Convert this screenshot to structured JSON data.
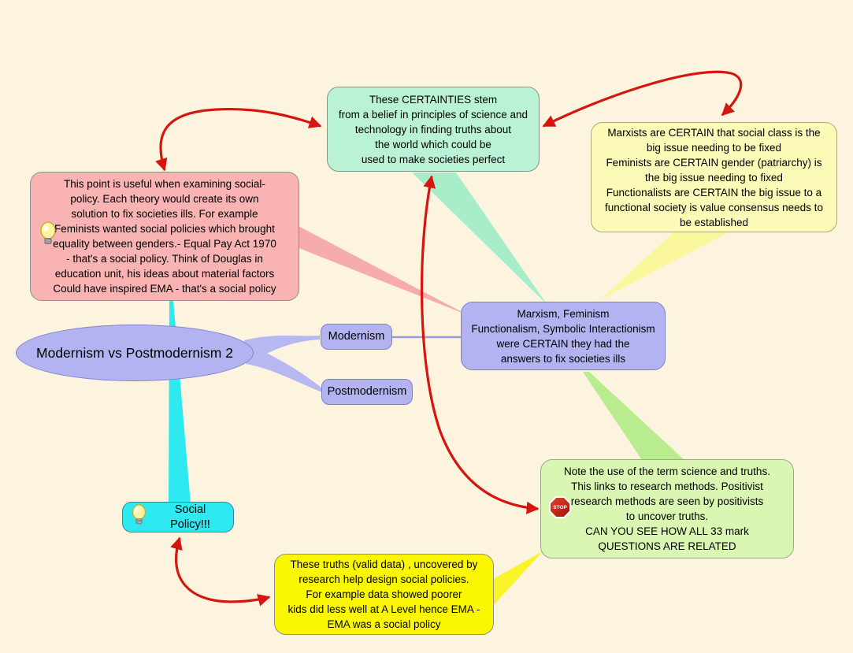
{
  "title": "Modernism vs Postmodernism 2",
  "nodes": {
    "root": {
      "label": "Modernism vs Postmodernism 2"
    },
    "modernism": {
      "label": "Modernism"
    },
    "postmodernism": {
      "label": "Postmodernism"
    },
    "certainties": {
      "text": "These CERTAINTIES stem\nfrom a belief in principles of science and\ntechnology in finding truths about\nthe world which could be\nused to make societies perfect"
    },
    "marxists_certain": {
      "text": "Marxists are CERTAIN that social class is the\nbig issue needing to be fixed\nFeminists are CERTAIN gender (patriarchy) is\nthe big issue needing to fixed\nFunctionalists are CERTAIN the big issue to a\nfunctional society is value consensus needs to\nbe established"
    },
    "social_policy_point": {
      "text": "This point is useful when examining social-\npolicy. Each theory would create its own\nsolution to fix societies ills. For example\nFeminists wanted social policies which brought\nequality between genders.- Equal Pay Act 1970\n- that's a social policy. Think of Douglas in\neducation unit, his ideas about material factors\nCould have inspired EMA - that's a social policy"
    },
    "theories_certain": {
      "text": "Marxism, Feminism\nFunctionalism, Symbolic Interactionism\nwere CERTAIN they had the\nanswers to fix societies ills"
    },
    "science_truths": {
      "text": "Note the use of the term science and truths.\nThis links to research methods. Positivist\nresearch methods are seen by positivists\nto uncover truths.\nCAN YOU SEE HOW ALL 33 mark\nQUESTIONS ARE RELATED"
    },
    "valid_data": {
      "text": "These truths (valid data) , uncovered by\nresearch help design social policies.\nFor example data showed poorer\nkids did less well at A Level hence EMA -\nEMA was a social policy"
    },
    "social_policy": {
      "label": "Social Policy!!!"
    }
  },
  "icons": {
    "stop_label": "STOP",
    "lightbulb": "lightbulb-icon",
    "stop": "stop-sign-icon"
  },
  "colors": {
    "background": "#fdf4df",
    "arrow": "#d6150f",
    "mint": "#baf2d6",
    "yellow_pale": "#fbfab6",
    "pink": "#f9b3b3",
    "purple": "#b3b3f1",
    "cyan": "#2ee9f0",
    "green": "#d9f6b2",
    "yellow_bright": "#fbf702",
    "wedge_pink": "#f6acac",
    "wedge_mint": "#a8edc9",
    "wedge_yellow_pale": "#fbf79c",
    "wedge_green": "#b9ec8e",
    "wedge_yellow": "#f8f32a",
    "wedge_cyan": "#2ee9f0",
    "branch": "#b8b8f0",
    "purple_border": "#7e7ed0",
    "gray_border": "#8f8f8f"
  }
}
